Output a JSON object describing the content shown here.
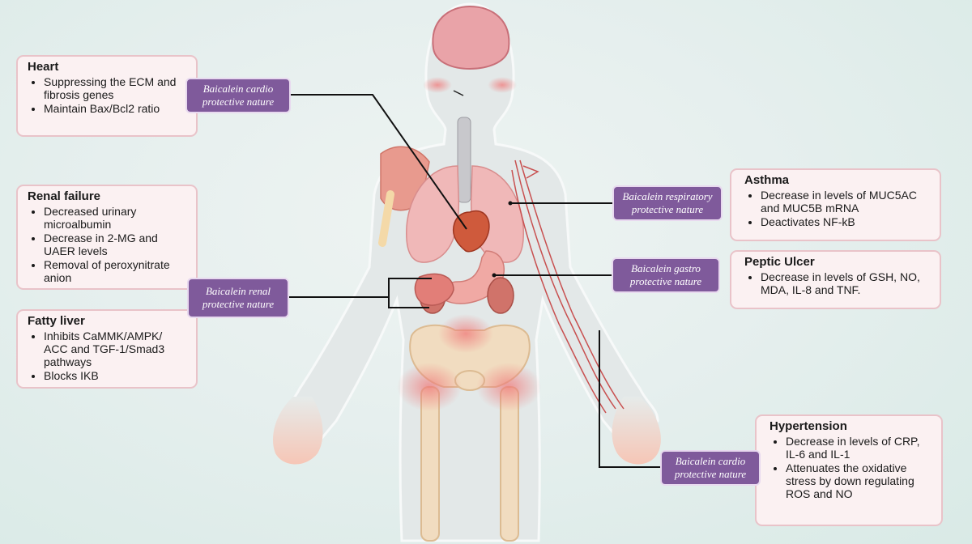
{
  "heart": {
    "title": "Heart",
    "items": [
      "Suppressing the ECM and fibrosis genes",
      "Maintain Bax/Bcl2 ratio"
    ],
    "label": "Baicalein cardio protective nature"
  },
  "renal_failure": {
    "title": "Renal failure",
    "items": [
      "Decreased urinary microalbumin",
      "Decrease in 2-MG and UAER levels",
      "Removal of peroxynitrate anion"
    ]
  },
  "renal_label": "Baicalein renal protective nature",
  "fatty_liver": {
    "title": "Fatty liver",
    "items": [
      "Inhibits CaMMK/AMPK/ ACC and TGF-1/Smad3 pathways",
      "Blocks IKB"
    ]
  },
  "asthma": {
    "title": "Asthma",
    "items": [
      "Decrease in levels of MUC5AC and MUC5B mRNA",
      "Deactivates NF-kB"
    ],
    "label": "Baicalein respiratory protective nature"
  },
  "peptic_ulcer": {
    "title": "Peptic Ulcer",
    "items": [
      "Decrease in levels of GSH, NO, MDA, IL-8 and TNF."
    ],
    "label": "Baicalein gastro protective nature"
  },
  "hypertension": {
    "title": "Hypertension",
    "items": [
      "Decrease in levels of CRP, IL-6 and IL-1",
      "Attenuates the oxidative stress by down regulating ROS and NO"
    ],
    "label": "Baicalein cardio protective nature"
  },
  "colors": {
    "label_fill": "#7f5a9b",
    "box_fill": "#fbf1f2",
    "box_border": "#e9c3c9",
    "connector": "#111111"
  }
}
